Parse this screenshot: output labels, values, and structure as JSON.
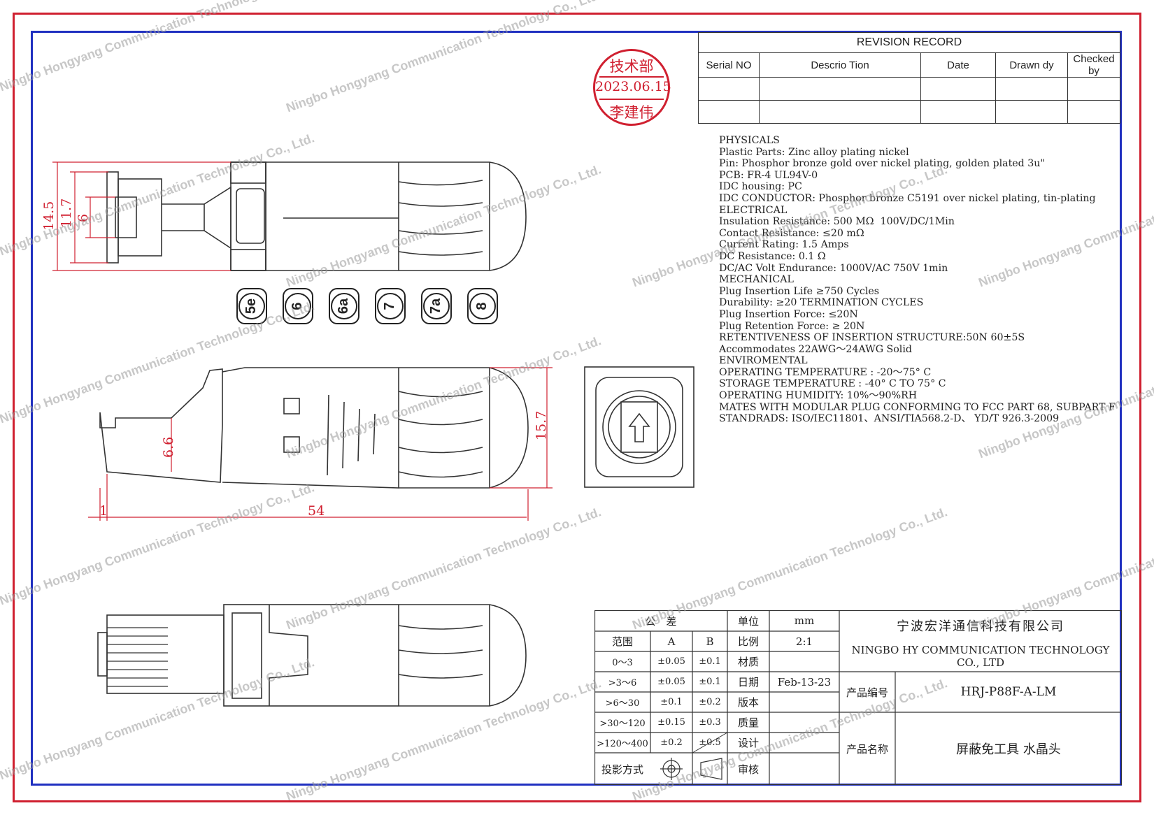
{
  "revision": {
    "title": "REVISION RECORD",
    "headers": [
      "Serial NO",
      "Descrio Tion",
      "Date",
      "Drawn dy",
      "Checked by"
    ]
  },
  "stamp": {
    "dept": "技术部",
    "date": "2023.06.15",
    "name": "李建伟"
  },
  "specs": [
    "PHYSICALS",
    "Plastic Parts: Zinc alloy plating nickel",
    "Pin: Phosphor bronze gold over nickel plating, golden plated 3u\"",
    "PCB: FR-4 UL94V-0",
    "IDC housing: PC",
    "IDC CONDUCTOR: Phosphor bronze C5191 over nickel plating, tin-plating",
    "ELECTRICAL",
    "Insulation Resistance: 500 MΩ  100V/DC/1Min",
    "Contact Resistance: ≤20 mΩ",
    "Current Rating: 1.5 Amps",
    "DC Resistance: 0.1 Ω",
    "DC/AC Volt Endurance: 1000V/AC 750V 1min",
    "MECHANICAL",
    "Plug Insertion Life ≥750 Cycles",
    "Durability: ≥20 TERMINATION CYCLES",
    "Plug Insertion Force: ≤20N",
    "Plug Retention Force: ≥ 20N",
    "RETENTIVENESS OF INSERTION STRUCTURE:50N 60±5S",
    "Accommodates 22AWG～24AWG Solid",
    "ENVIROMENTAL",
    "OPERATING TEMPERATURE : -20～75° C",
    "STORAGE TEMPERATURE : -40° C TO 75° C",
    "OPERATING HUMIDITY: 10%～90%RH",
    "MATES WITH MODULAR PLUG CONFORMING TO FCC PART 68, SUBPART F",
    "STANDRADS: ISO/IEC11801、ANSI/TIA568.2-D、 YD/T 926.3-2009"
  ],
  "categories": [
    "5e",
    "6",
    "6a",
    "7",
    "7a",
    "8"
  ],
  "dimensions": {
    "d145": "14.5",
    "d117": "11.7",
    "d6": "6",
    "d66": "6.6",
    "d157": "15.7",
    "d1": "1",
    "d54": "54"
  },
  "title_block": {
    "tolerance": "公　差",
    "unit_label": "单位",
    "unit_value": "mm",
    "range": "范围",
    "col_a": "A",
    "col_b": "B",
    "ratio_label": "比例",
    "ratio_value": "2:1",
    "material_label": "材质",
    "date_label": "日期",
    "date_value": "Feb-13-23",
    "version_label": "版本",
    "quality_label": "质量",
    "design_label": "设计",
    "review_label": "审核",
    "projection_label": "投影方式",
    "rows": [
      {
        "range": "0～3",
        "a": "±0.05",
        "b": "±0.1"
      },
      {
        "range": ">3～6",
        "a": "±0.05",
        "b": "±0.1"
      },
      {
        "range": ">6～30",
        "a": "±0.1",
        "b": "±0.2"
      },
      {
        "range": ">30～120",
        "a": "±0.15",
        "b": "±0.3"
      },
      {
        "range": ">120～400",
        "a": "±0.2",
        "b": "±0.5"
      }
    ],
    "company_cn": "宁波宏洋通信科技有限公司",
    "company_en": "NINGBO HY COMMUNICATION TECHNOLOGY CO., LTD",
    "part_no_label": "产品编号",
    "part_no": "HRJ-P88F-A-LM",
    "product_name_label": "产品名称",
    "product_name": "屏蔽免工具 水晶头"
  },
  "watermark": "Ningbo Hongyang Communication Technology Co., Ltd."
}
